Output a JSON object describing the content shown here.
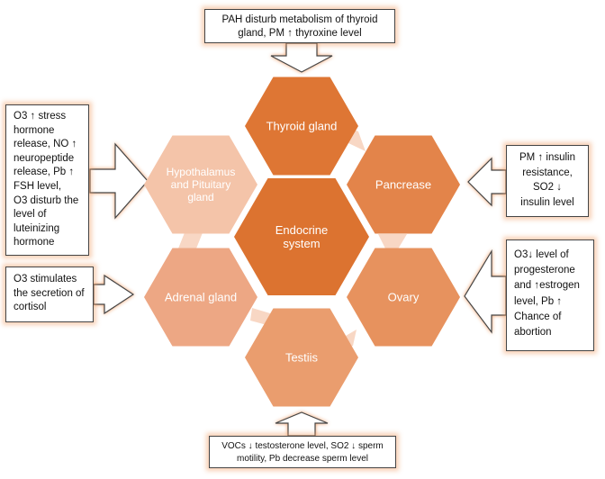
{
  "center": {
    "lines": [
      "Endocrine",
      "system"
    ]
  },
  "organs": {
    "thyroid": {
      "lines": [
        "Thyroid gland"
      ]
    },
    "pancreas": {
      "lines": [
        "Pancrease"
      ]
    },
    "ovary": {
      "lines": [
        "Ovary"
      ]
    },
    "testis": {
      "lines": [
        "Testiis"
      ]
    },
    "adrenal": {
      "lines": [
        "Adrenal gland"
      ]
    },
    "hypothalamus": {
      "lines": [
        "Hypothalamus",
        "and Pituitary",
        "gland"
      ]
    }
  },
  "effects": {
    "thyroid": {
      "lines": [
        "PAH disturb metabolism of thyroid",
        "gland, PM ↑ thyroxine level"
      ]
    },
    "hypothalamus": {
      "lines": [
        "O3 ↑ stress",
        "hormone",
        "release, NO ↑",
        "neuropeptide",
        "release, Pb ↑",
        "FSH level,",
        "O3 disturb the",
        "level of",
        "luteinizing",
        "hormone"
      ]
    },
    "adrenal": {
      "lines": [
        "O3 stimulates",
        "the secretion of",
        "cortisol"
      ]
    },
    "pancreas": {
      "lines": [
        "PM ↑ insulin",
        "resistance,",
        "SO2 ↓",
        "insulin level"
      ]
    },
    "ovary": {
      "lines": [
        "O3↓ level of",
        "progesterone",
        "and ↑estrogen",
        "level,  Pb ↑",
        "Chance of",
        "abortion"
      ]
    },
    "testis": {
      "lines": [
        "VOCs ↓ testosterone level, SO2 ↓ sperm",
        "motility, Pb decrease sperm level"
      ]
    }
  },
  "colors": {
    "center": "#dc7330",
    "thyroid": "#de7634",
    "pancreas": "#e3844a",
    "ovary": "#e7925e",
    "testis": "#ea9d6e",
    "adrenal": "#eda784",
    "hypothalamus": "#f4c4a9",
    "connector": "#f8d7c4",
    "box_glow": "#f0965a"
  }
}
